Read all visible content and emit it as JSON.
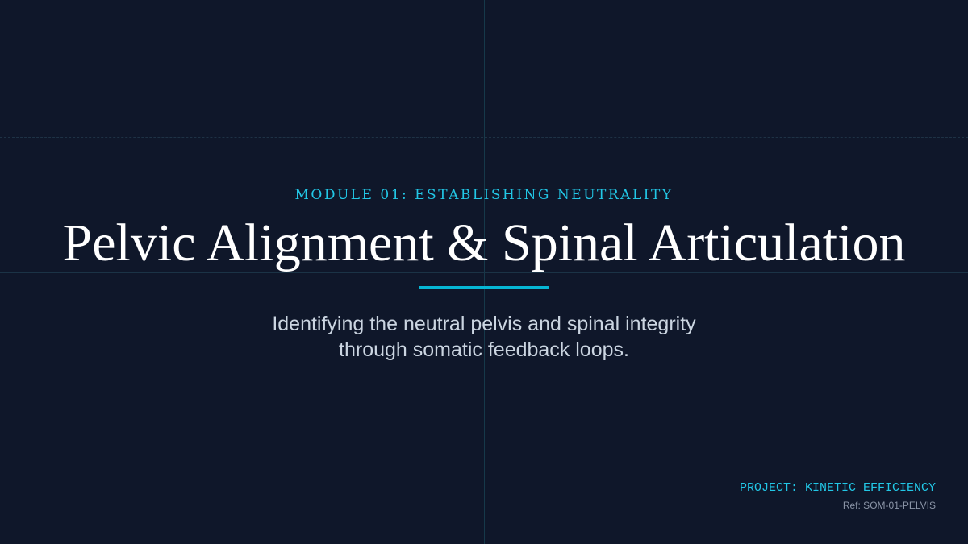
{
  "slide": {
    "kicker": "MODULE 01: ESTABLISHING NEUTRALITY",
    "title": "Pelvic Alignment & Spinal Articulation",
    "subtitle_line1": "Identifying the neutral pelvis and spinal integrity",
    "subtitle_line2": "through somatic feedback loops."
  },
  "footer": {
    "project": "PROJECT: KINETIC EFFICIENCY",
    "ref": "Ref: SOM-01-PELVIS"
  },
  "colors": {
    "background": "#0f172a",
    "accent": "#06b6d4",
    "subtitle": "#cbd5e1"
  }
}
